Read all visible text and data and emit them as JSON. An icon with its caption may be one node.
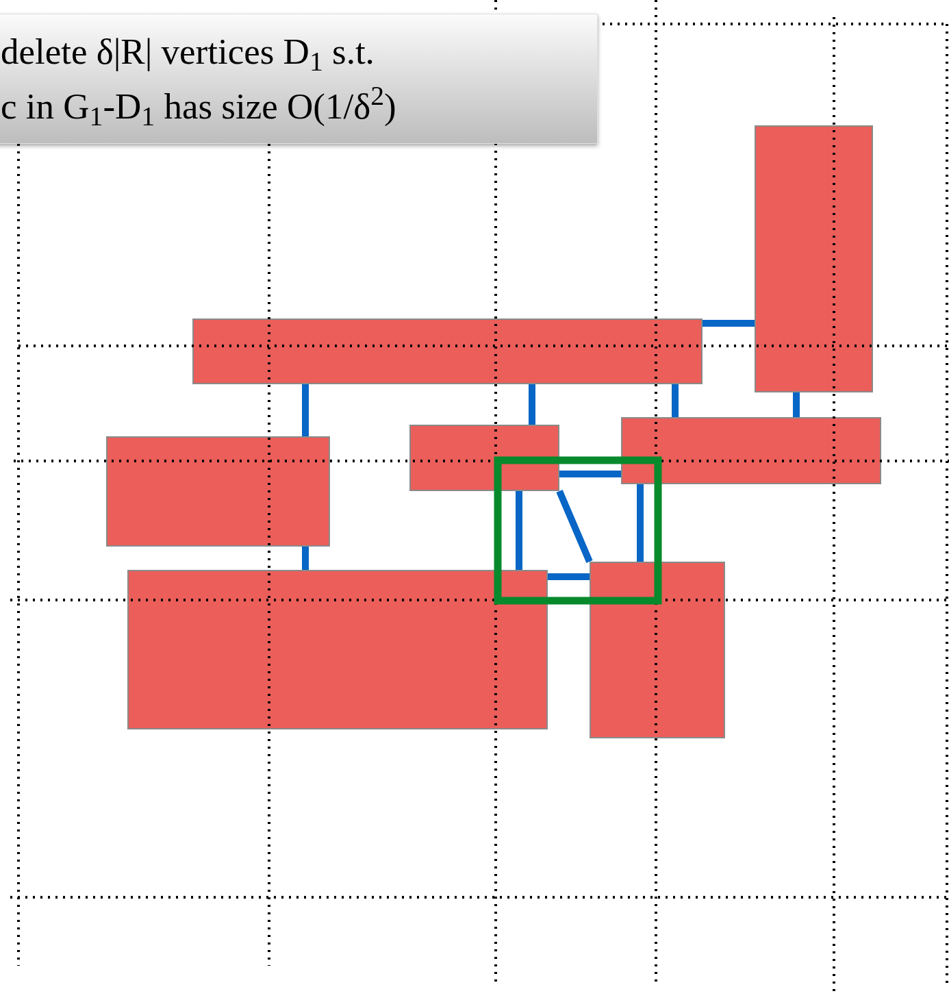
{
  "diagram": {
    "nodes": [
      {
        "text": [
          "delete δ|R| vertices D$_{1}$ s.t.",
          "c in G$_{1}$-D$_{1}$ has size O(1/δ$^{2}$)"
        ]
      },
      {
        "text": [],
        "shape": "box"
      },
      {
        "text": [],
        "shape": "box"
      },
      {
        "text": [],
        "shape": "box"
      },
      {
        "text": [],
        "shape": "box"
      },
      {
        "text": [],
        "shape": "box"
      },
      {
        "text": [],
        "shape": "box"
      },
      {
        "text": [],
        "shape": "box"
      }
    ],
    "edges": [
      {
        "from": 2,
        "to": 1,
        "arrow": "none"
      },
      {
        "from": 1,
        "to": 3,
        "arrow": "none"
      },
      {
        "from": 2,
        "to": 3,
        "arrow": "none"
      },
      {
        "from": 2,
        "to": 4,
        "arrow": "none"
      },
      {
        "from": 2,
        "to": 5,
        "arrow": "none"
      },
      {
        "from": 5,
        "to": 7,
        "arrow": "none"
      },
      {
        "from": 4,
        "to": 3,
        "arrow": "none"
      },
      {
        "from": 4,
        "to": 7,
        "arrow": "none"
      },
      {
        "from": 4,
        "to": 6,
        "arrow": "none"
      },
      {
        "from": 3,
        "to": 6,
        "arrow": "none"
      },
      {
        "from": 7,
        "to": 6,
        "arrow": "none"
      }
    ]
  }
}
